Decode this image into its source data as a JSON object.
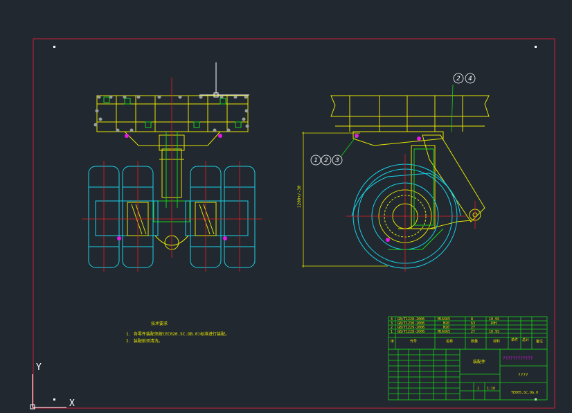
{
  "colors": {
    "background": "#212830",
    "frame": "#c8203a",
    "yellow": "#e6e600",
    "green": "#19d219",
    "cyan": "#19d2e6",
    "white": "#ffffff",
    "magenta": "#e619e6",
    "red": "#e62020",
    "gray": "#9aa09a"
  },
  "callouts": {
    "top_right": [
      "2",
      "4"
    ],
    "left": [
      "1",
      "2",
      "3"
    ]
  },
  "dimension_label": "1200+/-30",
  "notes": {
    "title": "技术要求",
    "line1": "1. 各零件装配须按(EC020.SC.DB.0)标准进行装配。",
    "line2": "2. 装配前须清洗。"
  },
  "parts_list": {
    "rows": [
      {
        "no": "4",
        "code": "GB/T1228-2006",
        "name": "M16X65",
        "qty": "8",
        "mat": "10.9S"
      },
      {
        "no": "3",
        "code": "GB/T1230-2006",
        "name": "M20",
        "qty": "63",
        "mat": "10H"
      },
      {
        "no": "2",
        "code": "GB/T1229-2006",
        "name": "M20",
        "qty": "27",
        "mat": ""
      },
      {
        "no": "1",
        "code": "GB/T1228-2006",
        "name": "M16X65",
        "qty": "27",
        "mat": "10.9S"
      }
    ],
    "header": {
      "no": "序",
      "code": "代号",
      "name": "名称",
      "qty": "数量",
      "mat": "材料",
      "c1": "单件",
      "c2": "总计",
      "c3": "备注"
    }
  },
  "title_block": {
    "part_title": "装配件",
    "company": "????????????",
    "sub": "????",
    "scale": "1:10",
    "sheet": "1",
    "drawing_no": "TE005.SC.DG.0"
  },
  "ucs": {
    "y": "Y",
    "x": "X"
  }
}
